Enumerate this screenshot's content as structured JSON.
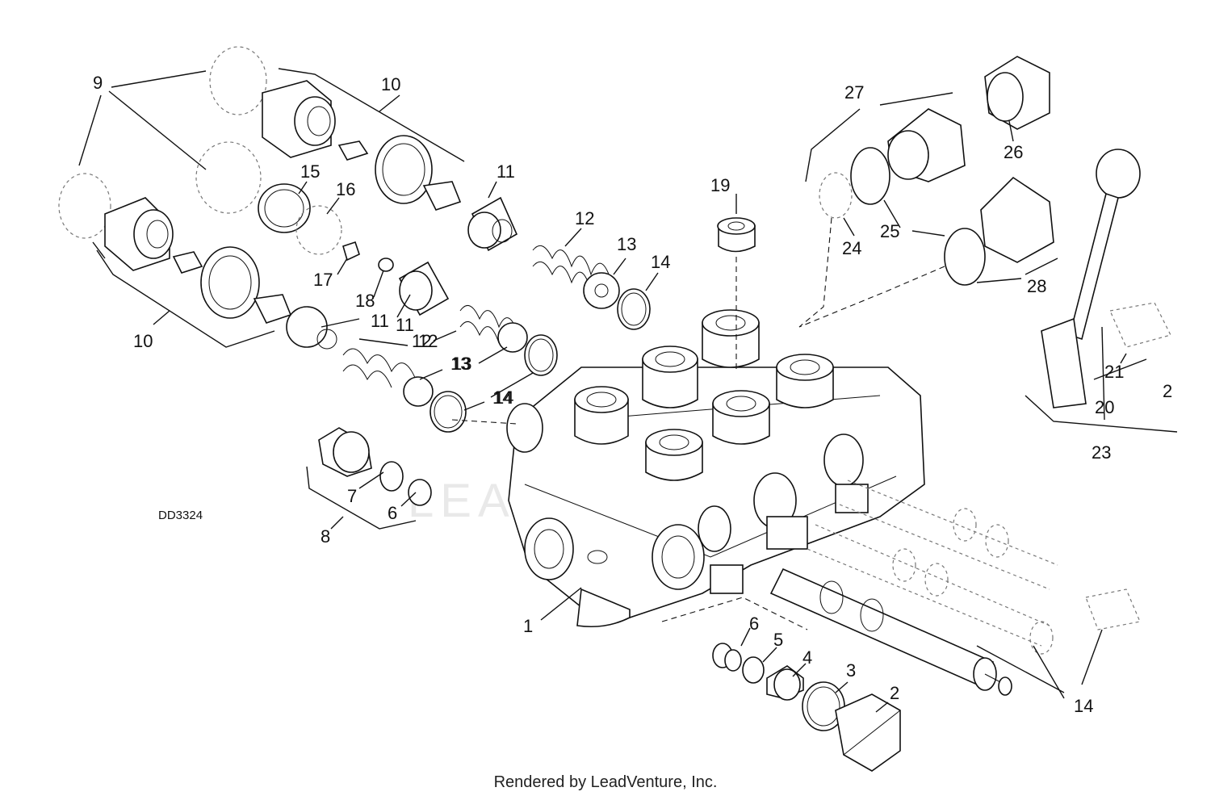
{
  "diagram": {
    "code": "DD3324",
    "watermark": "LEADVENTURE",
    "callouts": [
      "1",
      "2",
      "3",
      "4",
      "5",
      "6",
      "6",
      "7",
      "8",
      "9",
      "10",
      "10",
      "11",
      "11",
      "11",
      "12",
      "12",
      "12",
      "13",
      "13",
      "13",
      "14",
      "14",
      "14",
      "14",
      "15",
      "16",
      "17",
      "18",
      "19",
      "20",
      "21",
      "2",
      "23",
      "24",
      "25",
      "26",
      "27",
      "28"
    ]
  },
  "footer": {
    "text": "Rendered by LeadVenture, Inc."
  }
}
